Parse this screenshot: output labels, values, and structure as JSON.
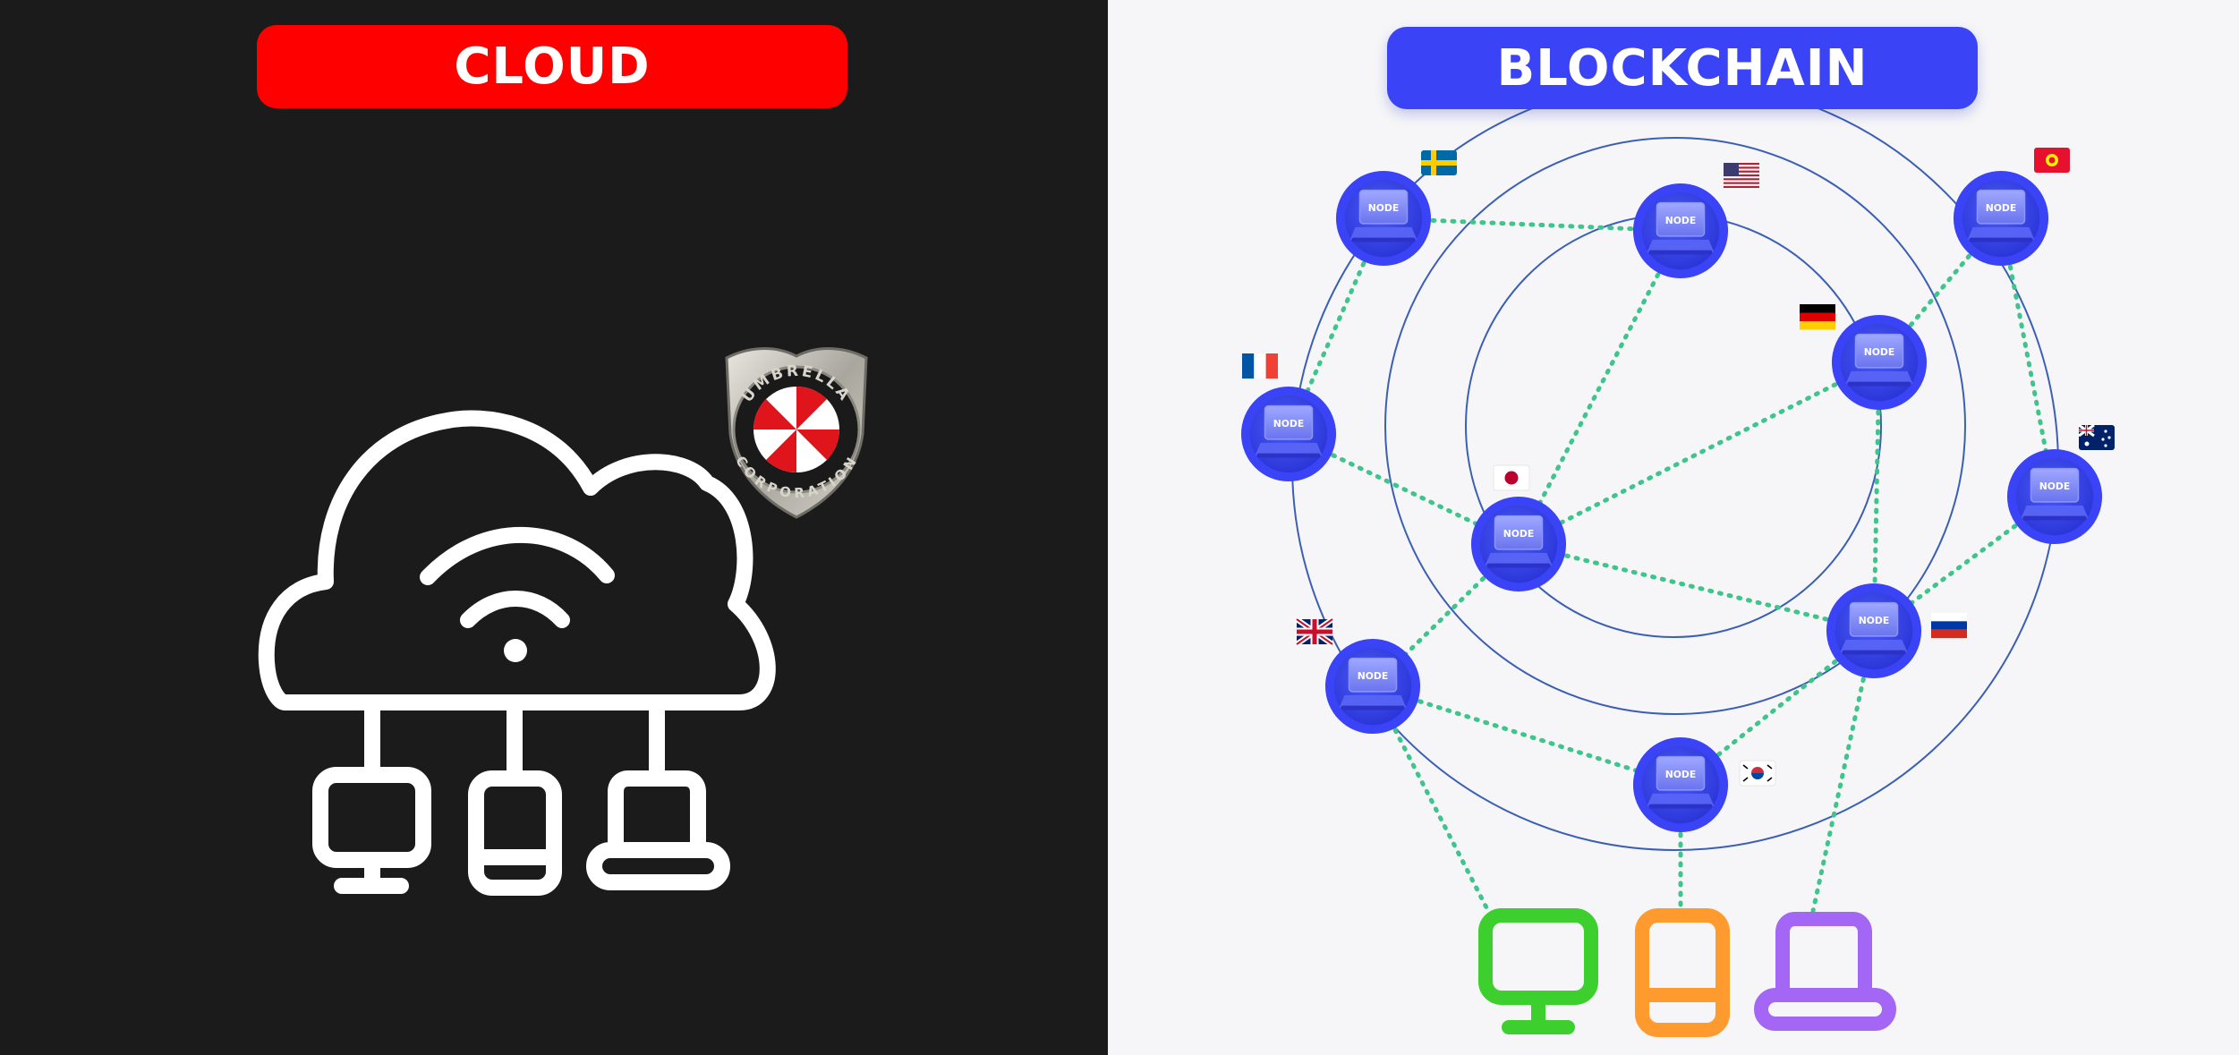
{
  "cloud": {
    "title": "CLOUD",
    "title_color": "#ff0000",
    "background": "#1b1b1b",
    "icon_color": "#ffffff",
    "badge": {
      "icon": "umbrella-corporation-badge-icon",
      "text_top": "UMBRELLA",
      "text_bottom": "CORPORATION"
    },
    "devices": [
      "desktop-monitor-icon",
      "phone-icon",
      "laptop-icon"
    ]
  },
  "blockchain": {
    "title": "BLOCKCHAIN",
    "title_color": "#3a43f5",
    "background": "#f6f6f8",
    "node_label": "NODE",
    "node_color": "#3a43f5",
    "ring_color": "#3a5fb5",
    "link_color": "#3fc48c",
    "nodes": [
      {
        "flag": "sweden-flag-icon"
      },
      {
        "flag": "usa-flag-icon"
      },
      {
        "flag": "kyrgyzstan-flag-icon"
      },
      {
        "flag": "germany-flag-icon"
      },
      {
        "flag": "france-flag-icon"
      },
      {
        "flag": "australia-flag-icon"
      },
      {
        "flag": "japan-flag-icon"
      },
      {
        "flag": "russia-flag-icon"
      },
      {
        "flag": "uk-flag-icon"
      },
      {
        "flag": "south-korea-flag-icon"
      }
    ],
    "devices": [
      {
        "icon": "desktop-monitor-icon",
        "color": "#3ccf2e"
      },
      {
        "icon": "phone-icon",
        "color": "#ff9a2e"
      },
      {
        "icon": "laptop-icon",
        "color": "#a366f5"
      }
    ]
  }
}
